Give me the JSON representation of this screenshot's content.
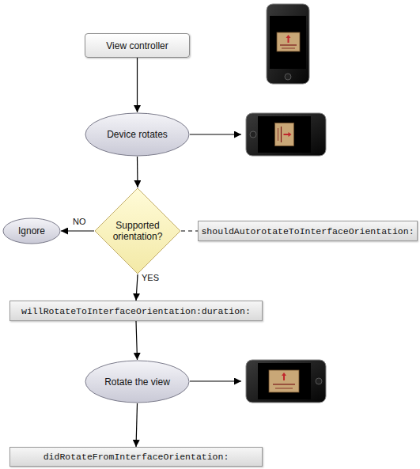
{
  "diagram": {
    "nodes": [
      {
        "text": [
          "View controller"
        ]
      },
      {
        "text": [
          "Device rotates"
        ]
      },
      {
        "text": [
          "Supported orientation?"
        ]
      },
      {
        "text": [
          "Ignore"
        ]
      },
      {
        "text": [
          "shouldAutorotateToInterfaceOrientation:"
        ]
      },
      {
        "text": [
          "willRotateToInterfaceOrientation:duration:"
        ]
      },
      {
        "text": [
          "Rotate the view"
        ]
      },
      {
        "text": [
          "didRotateFromInterfaceOrientation:"
        ]
      }
    ],
    "edges": [
      {
        "from": 0,
        "to": 1,
        "arrow": "to"
      },
      {
        "from": 1,
        "to": 2,
        "arrow": "to"
      },
      {
        "from": 2,
        "to": 3,
        "arrow": "to",
        "label": "NO"
      },
      {
        "from": 2,
        "to": 5,
        "arrow": "to",
        "label": "YES"
      },
      {
        "from": 2,
        "to": 4,
        "arrow": "none"
      },
      {
        "from": 5,
        "to": 6,
        "arrow": "to"
      },
      {
        "from": 6,
        "to": 7,
        "arrow": "to"
      }
    ]
  }
}
